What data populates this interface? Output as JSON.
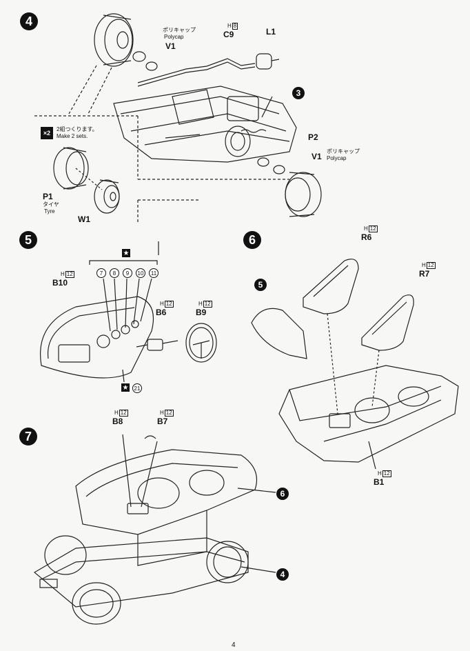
{
  "steps": {
    "s4": "4",
    "s5": "5",
    "s6": "6",
    "s7": "7"
  },
  "step4": {
    "polycap_jp": "ポリキャップ",
    "polycap_en": "Polycap",
    "v1": "V1",
    "h_letter": "H",
    "h_num": "8",
    "c9": "C9",
    "l1": "L1",
    "ref3": "3",
    "p2": "P2",
    "v1b": "V1",
    "polycap_jp_b": "ポリキャップ",
    "polycap_en_b": "Polycap",
    "x2": "×2",
    "make2_jp": "2組つくります。",
    "make2_en": "Make 2 sets.",
    "p1": "P1",
    "tyre_jp": "タイヤ",
    "tyre_en": "Tyre",
    "w1": "W1"
  },
  "step5": {
    "h_letter": "H",
    "h_num": "12",
    "b10": "B10",
    "star": "★",
    "n7": "7",
    "n8": "8",
    "n9": "9",
    "n10": "10",
    "n11": "11",
    "b6_h": "H",
    "b6_hnum": "12",
    "b6": "B6",
    "b9_h": "H",
    "b9_hnum": "12",
    "b9": "B9",
    "n21": "21"
  },
  "step6": {
    "r6_h": "H",
    "r6_hnum": "12",
    "r6": "R6",
    "r7_h": "H",
    "r7_hnum": "12",
    "r7": "R7",
    "ref5": "5",
    "b1_h": "H",
    "b1_hnum": "12",
    "b1": "B1"
  },
  "step7": {
    "b8_h": "H",
    "b8_hnum": "12",
    "b8": "B8",
    "b7_h": "H",
    "b7_hnum": "12",
    "b7": "B7",
    "ref6": "6",
    "ref4": "4"
  },
  "page_number": "4",
  "colors": {
    "ink": "#111111",
    "paper": "#f7f7f5"
  }
}
